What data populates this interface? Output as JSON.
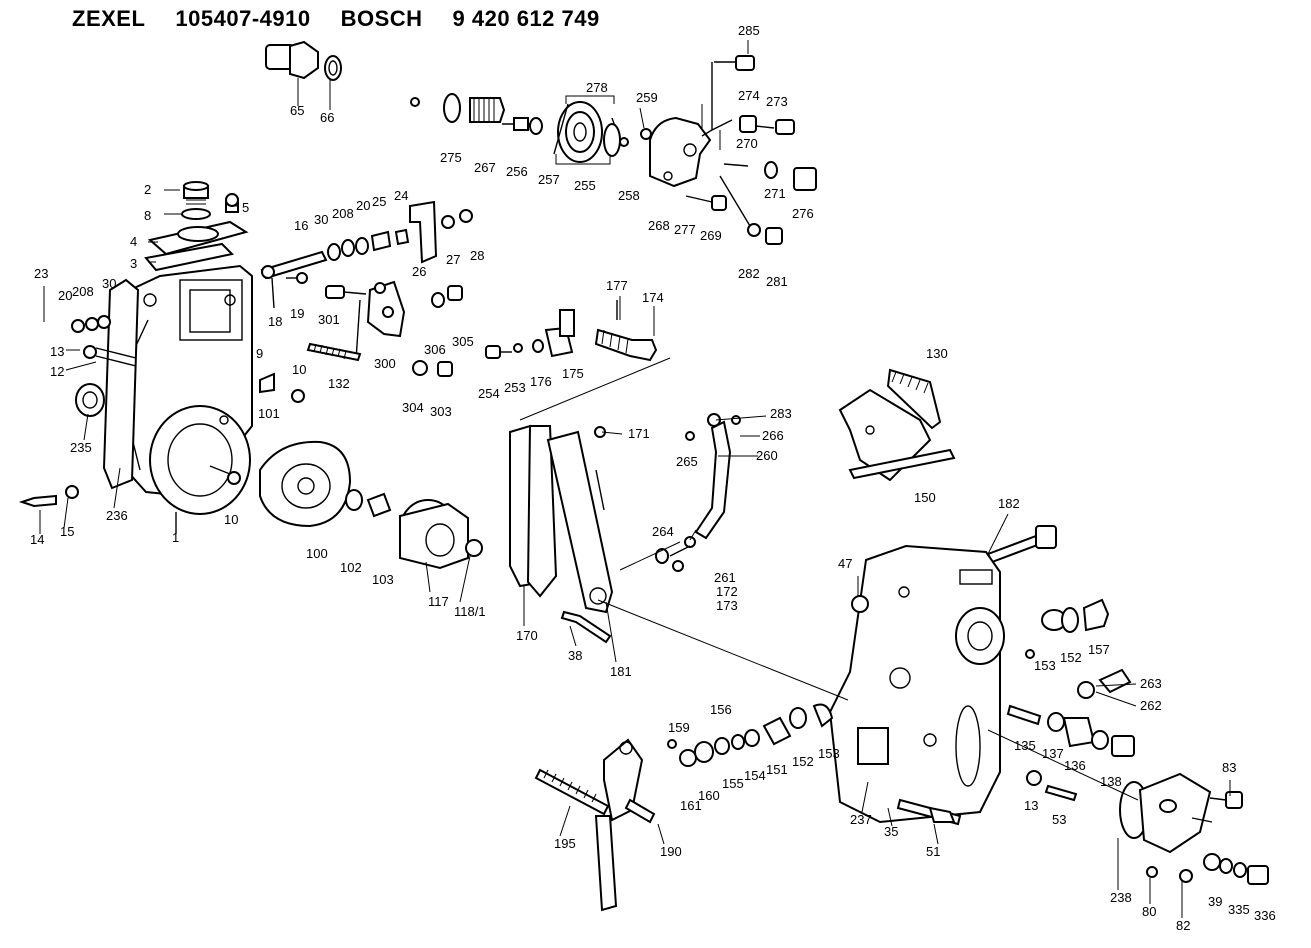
{
  "header": {
    "brand": "ZEXEL",
    "zexel_number": "105407-4910",
    "maker": "BOSCH",
    "bosch_number": "9 420 612 749"
  },
  "part_labels": [
    {
      "id": "p285",
      "text": "285"
    },
    {
      "id": "p65",
      "text": "65"
    },
    {
      "id": "p66",
      "text": "66"
    },
    {
      "id": "p278",
      "text": "278"
    },
    {
      "id": "p259",
      "text": "259"
    },
    {
      "id": "p274",
      "text": "274"
    },
    {
      "id": "p273",
      "text": "273"
    },
    {
      "id": "p270",
      "text": "270"
    },
    {
      "id": "p275",
      "text": "275"
    },
    {
      "id": "p267",
      "text": "267"
    },
    {
      "id": "p256",
      "text": "256"
    },
    {
      "id": "p257",
      "text": "257"
    },
    {
      "id": "p255",
      "text": "255"
    },
    {
      "id": "p258",
      "text": "258"
    },
    {
      "id": "p271",
      "text": "271"
    },
    {
      "id": "p276",
      "text": "276"
    },
    {
      "id": "p268",
      "text": "268"
    },
    {
      "id": "p277",
      "text": "277"
    },
    {
      "id": "p269",
      "text": "269"
    },
    {
      "id": "p282",
      "text": "282"
    },
    {
      "id": "p281",
      "text": "281"
    },
    {
      "id": "p2",
      "text": "2"
    },
    {
      "id": "p8",
      "text": "8"
    },
    {
      "id": "p5",
      "text": "5"
    },
    {
      "id": "p4",
      "text": "4"
    },
    {
      "id": "p3",
      "text": "3"
    },
    {
      "id": "p16",
      "text": "16"
    },
    {
      "id": "p30a",
      "text": "30"
    },
    {
      "id": "p208a",
      "text": "208"
    },
    {
      "id": "p20a",
      "text": "20"
    },
    {
      "id": "p25",
      "text": "25"
    },
    {
      "id": "p24",
      "text": "24"
    },
    {
      "id": "p27",
      "text": "27"
    },
    {
      "id": "p28",
      "text": "28"
    },
    {
      "id": "p26",
      "text": "26"
    },
    {
      "id": "p23",
      "text": "23"
    },
    {
      "id": "p20b",
      "text": "20"
    },
    {
      "id": "p208b",
      "text": "208"
    },
    {
      "id": "p30b",
      "text": "30"
    },
    {
      "id": "p18",
      "text": "18"
    },
    {
      "id": "p19",
      "text": "19"
    },
    {
      "id": "p301",
      "text": "301"
    },
    {
      "id": "p306",
      "text": "306"
    },
    {
      "id": "p305",
      "text": "305"
    },
    {
      "id": "p300",
      "text": "300"
    },
    {
      "id": "p177",
      "text": "177"
    },
    {
      "id": "p174",
      "text": "174"
    },
    {
      "id": "p13a",
      "text": "13"
    },
    {
      "id": "p12",
      "text": "12"
    },
    {
      "id": "p9",
      "text": "9"
    },
    {
      "id": "p10a",
      "text": "10"
    },
    {
      "id": "p132",
      "text": "132"
    },
    {
      "id": "p304",
      "text": "304"
    },
    {
      "id": "p303",
      "text": "303"
    },
    {
      "id": "p254",
      "text": "254"
    },
    {
      "id": "p253",
      "text": "253"
    },
    {
      "id": "p176",
      "text": "176"
    },
    {
      "id": "p175",
      "text": "175"
    },
    {
      "id": "p130",
      "text": "130"
    },
    {
      "id": "p101",
      "text": "101"
    },
    {
      "id": "p283",
      "text": "283"
    },
    {
      "id": "p266",
      "text": "266"
    },
    {
      "id": "p171",
      "text": "171"
    },
    {
      "id": "p235",
      "text": "235"
    },
    {
      "id": "p265",
      "text": "265"
    },
    {
      "id": "p260",
      "text": "260"
    },
    {
      "id": "p150",
      "text": "150"
    },
    {
      "id": "p14",
      "text": "14"
    },
    {
      "id": "p15",
      "text": "15"
    },
    {
      "id": "p236",
      "text": "236"
    },
    {
      "id": "p1",
      "text": "1"
    },
    {
      "id": "p10b",
      "text": "10"
    },
    {
      "id": "p182",
      "text": "182"
    },
    {
      "id": "p264",
      "text": "264"
    },
    {
      "id": "p100",
      "text": "100"
    },
    {
      "id": "p102",
      "text": "102"
    },
    {
      "id": "p103",
      "text": "103"
    },
    {
      "id": "p261",
      "text": "261"
    },
    {
      "id": "p172",
      "text": "172"
    },
    {
      "id": "p173",
      "text": "173"
    },
    {
      "id": "p47",
      "text": "47"
    },
    {
      "id": "p117",
      "text": "117"
    },
    {
      "id": "p118",
      "text": "118/1"
    },
    {
      "id": "p170",
      "text": "170"
    },
    {
      "id": "p38",
      "text": "38"
    },
    {
      "id": "p181",
      "text": "181"
    },
    {
      "id": "p152a",
      "text": "152"
    },
    {
      "id": "p157",
      "text": "157"
    },
    {
      "id": "p153a",
      "text": "153"
    },
    {
      "id": "p263",
      "text": "263"
    },
    {
      "id": "p262",
      "text": "262"
    },
    {
      "id": "p159",
      "text": "159"
    },
    {
      "id": "p156",
      "text": "156"
    },
    {
      "id": "p151",
      "text": "151"
    },
    {
      "id": "p152b",
      "text": "152"
    },
    {
      "id": "p153b",
      "text": "153"
    },
    {
      "id": "p135",
      "text": "135"
    },
    {
      "id": "p137",
      "text": "137"
    },
    {
      "id": "p136",
      "text": "136"
    },
    {
      "id": "p138",
      "text": "138"
    },
    {
      "id": "p155",
      "text": "155"
    },
    {
      "id": "p154",
      "text": "154"
    },
    {
      "id": "p160",
      "text": "160"
    },
    {
      "id": "p161",
      "text": "161"
    },
    {
      "id": "p83",
      "text": "83"
    },
    {
      "id": "p13b",
      "text": "13"
    },
    {
      "id": "p53",
      "text": "53"
    },
    {
      "id": "p237",
      "text": "237"
    },
    {
      "id": "p35",
      "text": "35"
    },
    {
      "id": "p195",
      "text": "195"
    },
    {
      "id": "p190",
      "text": "190"
    },
    {
      "id": "p51",
      "text": "51"
    },
    {
      "id": "p238",
      "text": "238"
    },
    {
      "id": "p80",
      "text": "80"
    },
    {
      "id": "p39",
      "text": "39"
    },
    {
      "id": "p335",
      "text": "335"
    },
    {
      "id": "p336",
      "text": "336"
    },
    {
      "id": "p82",
      "text": "82"
    }
  ]
}
